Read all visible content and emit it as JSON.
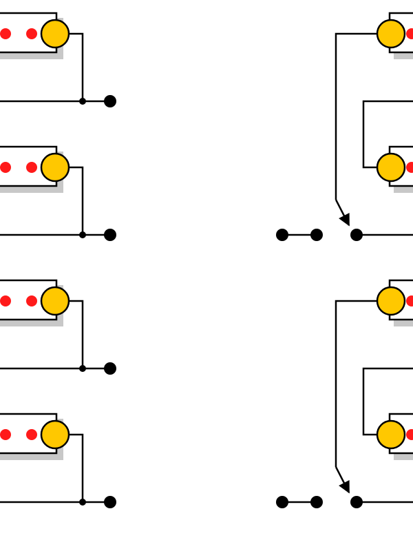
{
  "colors": {
    "background": "#ffffff",
    "line": "#000000",
    "shadow": "#c8c8c8",
    "case_fill": "#ffffff",
    "red_dot": "#ff1a1a",
    "knob_fill": "#ffc800",
    "terminal": "#000000"
  },
  "left_column": {
    "circuits": [
      {
        "components": [
          "switch-case",
          "red-dot",
          "red-dot",
          "yellow-knob",
          "output-terminal"
        ]
      },
      {
        "components": [
          "switch-case",
          "red-dot",
          "red-dot",
          "yellow-knob",
          "output-terminal"
        ]
      },
      {
        "components": [
          "switch-case",
          "red-dot",
          "red-dot",
          "yellow-knob",
          "output-terminal"
        ]
      },
      {
        "components": [
          "switch-case",
          "red-dot",
          "red-dot",
          "yellow-knob",
          "output-terminal"
        ]
      }
    ]
  },
  "right_column": {
    "circuits": [
      {
        "components": [
          "switch-case",
          "yellow-knob",
          "switch-case",
          "yellow-knob",
          "arrow-contact",
          "input-terminal-pair",
          "output-terminal"
        ]
      },
      {
        "components": [
          "switch-case",
          "yellow-knob",
          "switch-case",
          "yellow-knob",
          "arrow-contact",
          "input-terminal-pair",
          "output-terminal"
        ]
      }
    ]
  }
}
